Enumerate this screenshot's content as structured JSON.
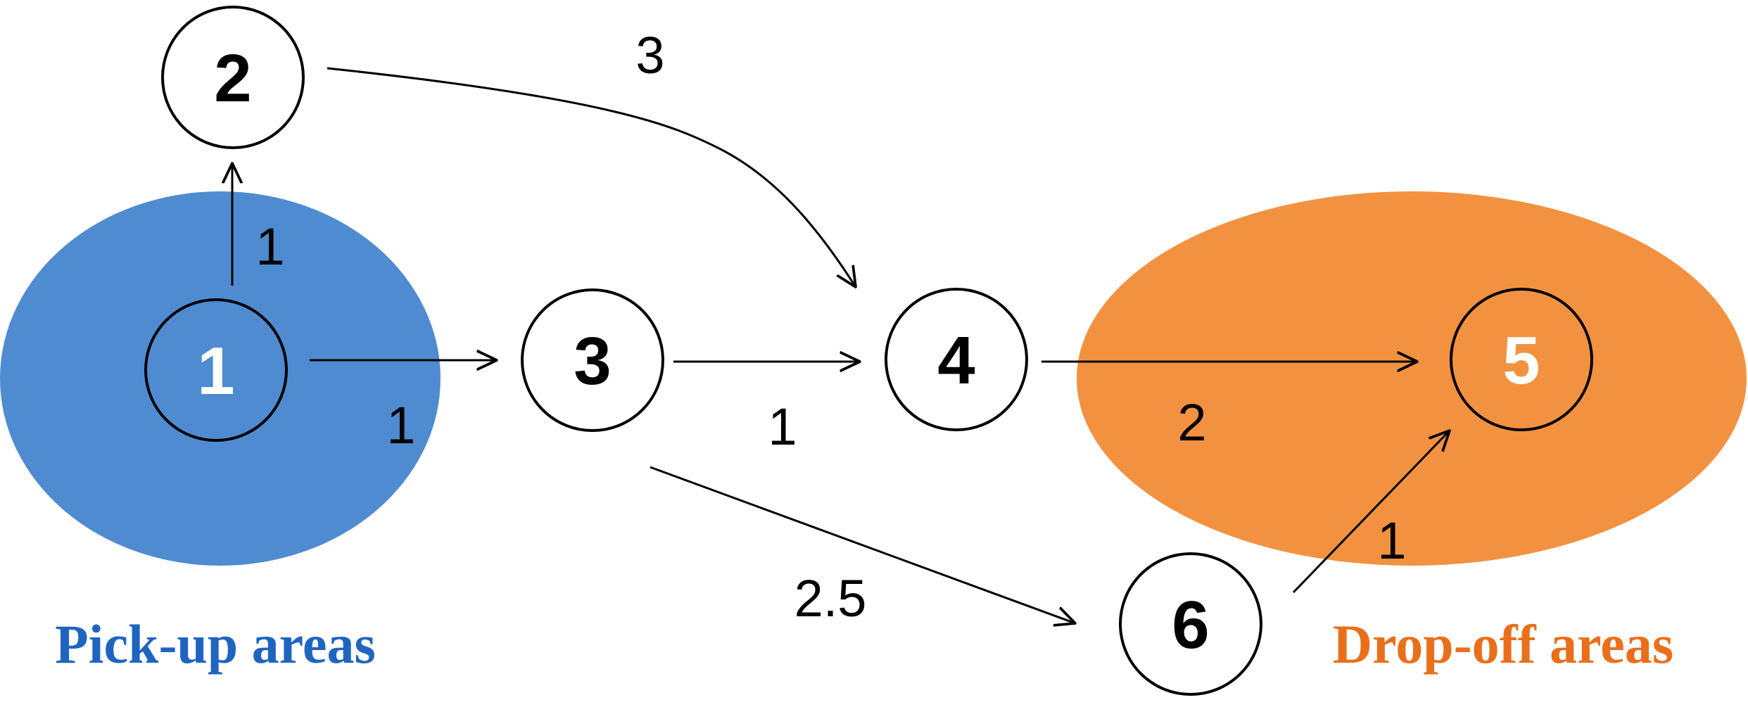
{
  "areas": {
    "pickup": {
      "label": "Pick-up areas",
      "fill_color": "#4F8BD0",
      "label_color": "#1F65C0"
    },
    "dropoff": {
      "label": "Drop-off areas",
      "fill_color": "#F29241",
      "label_color": "#EA6F1A"
    }
  },
  "nodes": [
    {
      "id": "1",
      "label": "1",
      "text_color": "#FFFFFF",
      "area": "pickup"
    },
    {
      "id": "2",
      "label": "2",
      "text_color": "#000000",
      "area": ""
    },
    {
      "id": "3",
      "label": "3",
      "text_color": "#000000",
      "area": ""
    },
    {
      "id": "4",
      "label": "4",
      "text_color": "#000000",
      "area": ""
    },
    {
      "id": "5",
      "label": "5",
      "text_color": "#FFFFFF",
      "area": "dropoff"
    },
    {
      "id": "6",
      "label": "6",
      "text_color": "#000000",
      "area": ""
    }
  ],
  "edges": [
    {
      "from": "1",
      "to": "2",
      "weight": "1"
    },
    {
      "from": "1",
      "to": "3",
      "weight": "1"
    },
    {
      "from": "2",
      "to": "4",
      "weight": "3"
    },
    {
      "from": "3",
      "to": "4",
      "weight": "1"
    },
    {
      "from": "4",
      "to": "5",
      "weight": "2"
    },
    {
      "from": "3",
      "to": "6",
      "weight": "2.5"
    },
    {
      "from": "6",
      "to": "5",
      "weight": "1"
    }
  ]
}
